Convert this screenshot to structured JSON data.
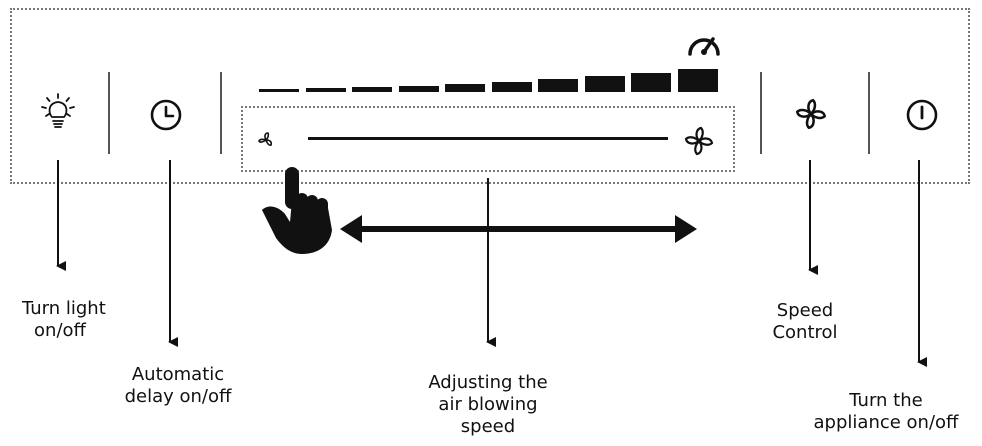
{
  "labels": {
    "light": [
      "Turn light",
      "on/off"
    ],
    "delay": [
      "Automatic",
      "delay on/off"
    ],
    "speed_adjust": [
      "Adjusting the",
      "air blowing",
      "speed"
    ],
    "speed_control": [
      "Speed",
      "Control"
    ],
    "power": [
      "Turn the",
      "appliance on/off"
    ]
  },
  "icons": {
    "light": "light-bulb-icon",
    "delay": "clock-icon",
    "fan_small": "fan-low-icon",
    "fan_large": "fan-high-icon",
    "speed": "fan-speed-icon",
    "power": "power-icon",
    "gauge": "gauge-icon",
    "hand": "pointing-hand-icon"
  },
  "speed_levels": 10,
  "colors": {
    "ink": "#111111",
    "border": "#777777"
  }
}
